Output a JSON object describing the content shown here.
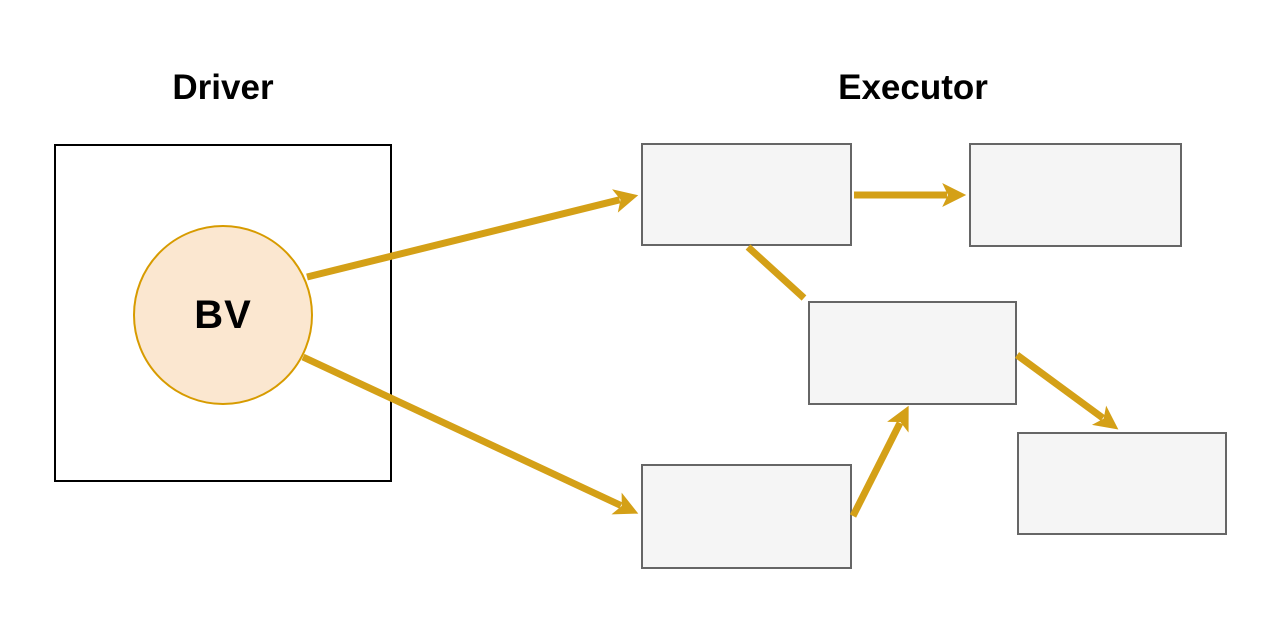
{
  "titles": {
    "driver": "Driver",
    "executor": "Executor"
  },
  "driver": {
    "node_label": "BV"
  },
  "colors": {
    "arrow": "#D4A017",
    "circle_fill": "#FBE7D0",
    "circle_stroke": "#D79B00",
    "box_fill": "#F5F5F5",
    "box_stroke": "#666666",
    "driver_box_stroke": "#000000",
    "text": "#000000"
  },
  "graph": {
    "nodes": [
      {
        "id": "bv",
        "type": "circle",
        "label": "BV",
        "region": "Driver"
      },
      {
        "id": "task-1",
        "type": "box",
        "label": "",
        "region": "Executor"
      },
      {
        "id": "task-2",
        "type": "box",
        "label": "",
        "region": "Executor"
      },
      {
        "id": "task-3",
        "type": "box",
        "label": "",
        "region": "Executor"
      },
      {
        "id": "task-mid",
        "type": "box",
        "label": "",
        "region": "Executor"
      },
      {
        "id": "task-4",
        "type": "box",
        "label": "",
        "region": "Executor"
      }
    ],
    "edges": [
      {
        "from": "bv",
        "to": "task-1",
        "arrowhead": true
      },
      {
        "from": "bv",
        "to": "task-3",
        "arrowhead": true
      },
      {
        "from": "task-1",
        "to": "task-2",
        "arrowhead": true
      },
      {
        "from": "task-1",
        "to": "task-mid",
        "arrowhead": false
      },
      {
        "from": "task-3",
        "to": "task-mid",
        "arrowhead": true
      },
      {
        "from": "task-mid",
        "to": "task-4",
        "arrowhead": true
      }
    ]
  }
}
